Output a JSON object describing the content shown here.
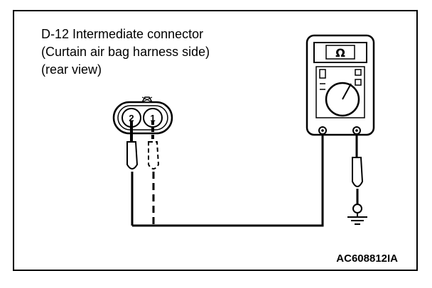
{
  "description": {
    "line1": "D-12 Intermediate connector",
    "line2": "(Curtain air bag harness side)",
    "line3": "(rear view)"
  },
  "connector": {
    "pin_left": "2",
    "pin_right": "1"
  },
  "meter": {
    "unit_symbol": "Ω"
  },
  "reference_code": "AC608812IA",
  "icons": [
    "connector-icon",
    "ohmmeter-icon",
    "probe-icon",
    "ground-symbol-icon"
  ]
}
